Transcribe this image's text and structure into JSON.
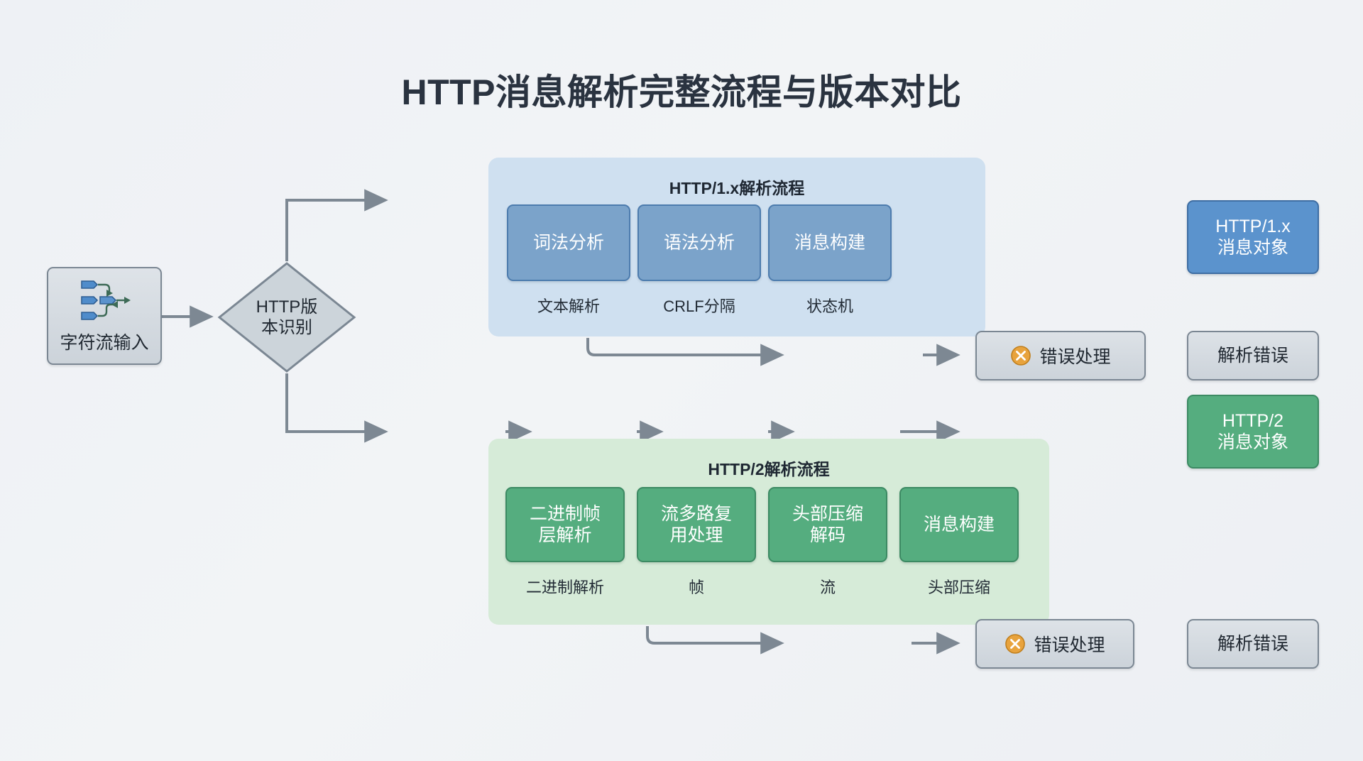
{
  "page": {
    "title": "HTTP消息解析完整流程与版本对比",
    "background": "#eef1f4"
  },
  "colors": {
    "http1_panel": "#cfe0f0",
    "http1_node": "#7ba3ca",
    "http1_result": "#5b93cd",
    "http2_panel": "#d6ebd8",
    "http2_node": "#55ad7f",
    "grey_node": "#d3dae0",
    "error_icon": "#e8a33d",
    "connector": "#7d8893",
    "text_dark": "#1f2730"
  },
  "input": {
    "label": "字符流输入",
    "icon": "stream-flow-icon"
  },
  "decision": {
    "label": "HTTP版\n本识别"
  },
  "http1": {
    "group_title": "HTTP/1.x解析流程",
    "steps": [
      {
        "label": "词法分析",
        "sublabel": "文本解析"
      },
      {
        "label": "语法分析",
        "sublabel": "CRLF分隔"
      },
      {
        "label": "消息构建",
        "sublabel": "状态机"
      }
    ],
    "result": {
      "label": "HTTP/1.x\n消息对象"
    },
    "error": {
      "label": "错误处理",
      "icon": "error-circle-x-icon"
    },
    "error_result": {
      "label": "解析错误"
    }
  },
  "http2": {
    "group_title": "HTTP/2解析流程",
    "steps": [
      {
        "label": "二进制帧\n层解析",
        "sublabel": "二进制解析"
      },
      {
        "label": "流多路复\n用处理",
        "sublabel": "帧"
      },
      {
        "label": "头部压缩\n解码",
        "sublabel": "流"
      },
      {
        "label": "消息构建",
        "sublabel": "头部压缩"
      }
    ],
    "result": {
      "label": "HTTP/2\n消息对象"
    },
    "error": {
      "label": "错误处理",
      "icon": "error-circle-x-icon"
    },
    "error_result": {
      "label": "解析错误"
    }
  }
}
